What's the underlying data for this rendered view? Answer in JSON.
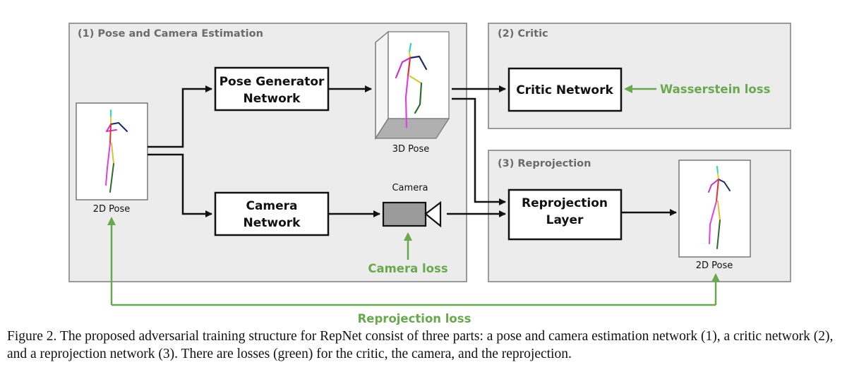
{
  "regions": {
    "pose_camera": "(1) Pose and Camera Estimation",
    "critic": "(2) Critic",
    "reprojection": "(3) Reprojection"
  },
  "boxes": {
    "pose_generator": [
      "Pose Generator",
      "Network"
    ],
    "camera_network": [
      "Camera",
      "Network"
    ],
    "critic_network": "Critic Network",
    "reprojection_layer": [
      "Reprojection",
      "Layer"
    ]
  },
  "labels": {
    "input_pose": "2D Pose",
    "pose_3d": "3D Pose",
    "camera": "Camera",
    "output_pose": "2D Pose"
  },
  "losses": {
    "wasserstein": "Wasserstein loss",
    "camera": "Camera loss",
    "reprojection": "Reprojection loss"
  },
  "colors": {
    "loss_green": "#6aa84f",
    "region_fill": "#ececec",
    "region_border": "#9a9a9a",
    "camera_gray": "#9b9b9b"
  },
  "icons": {
    "camera": "video-camera-icon",
    "skeleton": "stick-figure-skeleton-icon"
  },
  "caption": "Figure 2. The proposed adversarial training structure for RepNet consist of three parts: a pose and camera estimation network (1), a critic network (2), and a reprojection network (3). There are losses (green) for the critic, the camera, and the reprojection."
}
